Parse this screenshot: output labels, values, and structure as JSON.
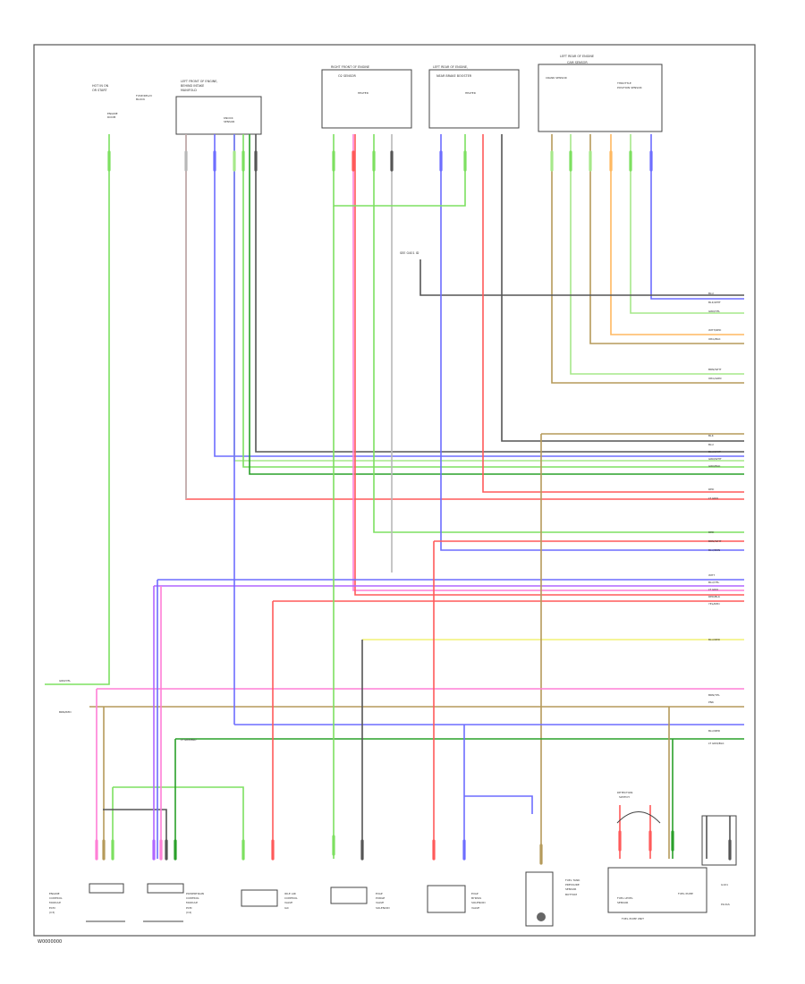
{
  "diagram": {
    "footer_label": "W0000000",
    "top_components": [
      {
        "id": "test-connector",
        "text_lines": [
          "HOT IN ON",
          "OR START"
        ],
        "sub_lines": [
          "ENGINE",
          "ROOM",
          "FUSE/RELAY",
          "BLOCK"
        ]
      },
      {
        "id": "left-sensor-1",
        "text_lines": [
          "LEFT FRONT OF ENGINE,",
          "BEHIND INTAKE",
          "MANIFOLD"
        ],
        "sub_lines": [
          "KNOCK",
          "SENSOR"
        ]
      },
      {
        "id": "right-o2-sensor",
        "text_lines": [
          "RIGHT FRONT OF ENGINE",
          "O2 SENSOR"
        ],
        "sub_lines": [
          "HEATER"
        ]
      },
      {
        "id": "left-rear-sensor",
        "text_lines": [
          "LEFT REAR OF ENGINE,",
          "NEAR BRAKE BOOSTER"
        ],
        "sub_lines": [
          "HEATER"
        ]
      },
      {
        "id": "right-rear-sensor",
        "text_lines": [
          "LEFT REAR OF ENGINE",
          "CAM SENSOR"
        ],
        "sub_lines": [
          "CRANK SENSOR",
          "THROTTLE",
          "POSITION SENSOR"
        ]
      }
    ],
    "splice_label": "SEE G401 ID",
    "right_wire_labels": [
      "BLU",
      "BLK/WHT",
      "GRN/YEL",
      "WHT/RED",
      "ORG/BLK",
      "BRN/WHT",
      "ORG/GRN",
      "BLK",
      "BLU",
      "BLU/WHT",
      "GRN/WHT",
      "GRN/BLK",
      "RED",
      "LT GRN",
      "RED",
      "BRN/WHT",
      "BLU/BRN",
      "WHT",
      "BLU/YEL",
      "LT GRN",
      "RED/BLK",
      "YEL/RED",
      "BLU/RED",
      "BRN/YEL",
      "PNK",
      "BLU/RED",
      "LT GRN/BLK"
    ],
    "left_wire_labels": [
      "GRN/YEL",
      "BRN/RED",
      "LT GRN/BLU"
    ],
    "bottom_components": [
      {
        "id": "ecm-1",
        "text_lines": [
          "ENGINE",
          "CONTROL",
          "MODULE"
        ],
        "sub_lines": [
          "ECM",
          "(C3)"
        ]
      },
      {
        "id": "ecm-2",
        "text_lines": [
          "POWERTRAIN",
          "CONTROL",
          "MODULE"
        ],
        "sub_lines": [
          "PCM",
          "(C4)"
        ]
      },
      {
        "id": "idle-air",
        "text_lines": [
          "IDLE AIR",
          "CONTROL",
          "VALVE"
        ],
        "sub_lines": [
          "IAC"
        ]
      },
      {
        "id": "purge",
        "text_lines": [
          "EVAP",
          "PURGE",
          "VALVE"
        ],
        "sub_lines": [
          "SOLENOID"
        ]
      },
      {
        "id": "knock",
        "text_lines": [
          "EVAP",
          "BYPASS",
          "SOLENOID"
        ],
        "sub_lines": [
          "VALVE"
        ]
      },
      {
        "id": "fuel-tank",
        "text_lines": [
          "FUEL TANK",
          "PRESSURE",
          "SENSOR"
        ],
        "sub_lines": [
          "BOTTOM"
        ]
      },
      {
        "id": "fuel-pump",
        "text_lines": [
          "FUEL LEVEL",
          "SENSOR"
        ],
        "sub_lines": [
          "FUEL PUMP UNIT"
        ]
      },
      {
        "id": "ground",
        "text_lines": [
          "G101"
        ],
        "sub_lines": [
          "PLUGS"
        ]
      }
    ],
    "fuel_pump_top_label": [
      "DETECTION",
      "SWITCH"
    ],
    "pump_label": "FUEL PUMP",
    "colors": {
      "green": "#7de060",
      "lt_green": "#a6e88a",
      "red": "#ff5a5a",
      "pink": "#ff7fd6",
      "blue": "#6d6dff",
      "orange": "#ffb860",
      "brown": "#b59a5a",
      "yellow": "#f2f277",
      "black": "#555555",
      "gray": "#b8b8b8",
      "dark_green": "#2aa02a",
      "purple": "#b066ff"
    }
  }
}
